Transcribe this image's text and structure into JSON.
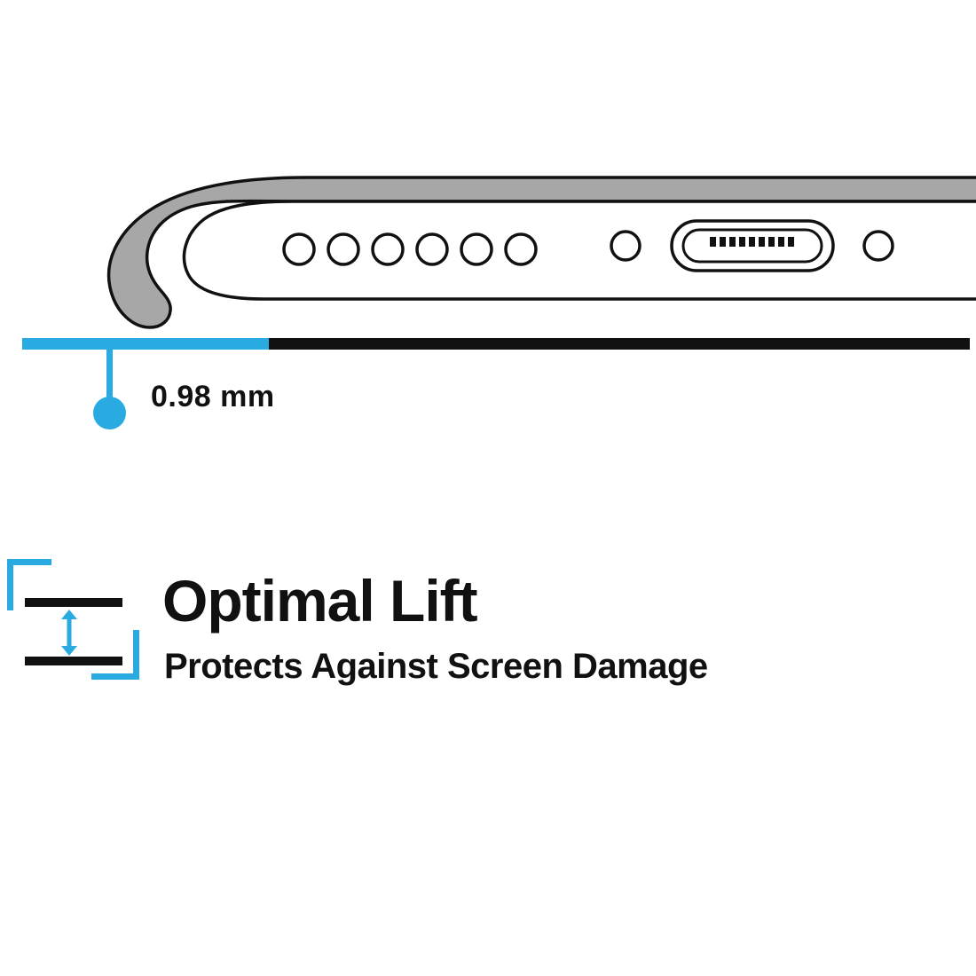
{
  "colors": {
    "accent": "#29ABE2",
    "case-grey": "#A7A7A7",
    "ink": "#111111"
  },
  "measurement": {
    "label": "0.98 mm"
  },
  "feature": {
    "title": "Optimal Lift",
    "subtitle": "Protects Against Screen Damage"
  }
}
